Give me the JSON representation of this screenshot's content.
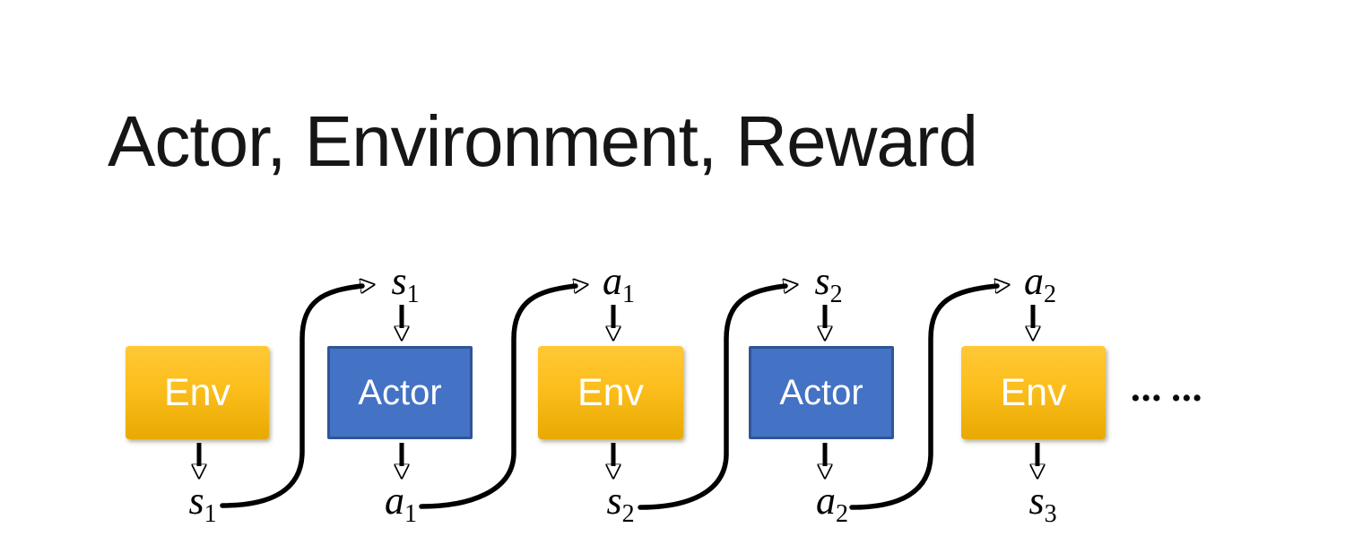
{
  "title": "Actor, Environment, Reward",
  "colors": {
    "title_color": "#161616",
    "env_top": "#ffc836",
    "env_bottom": "#e8a902",
    "actor_fill": "#4472c4",
    "actor_border": "#2f5597",
    "arrow": "#000000",
    "text_on_box": "#ffffff"
  },
  "boxes": [
    {
      "kind": "env",
      "label": "Env"
    },
    {
      "kind": "actor",
      "label": "Actor"
    },
    {
      "kind": "env",
      "label": "Env"
    },
    {
      "kind": "actor",
      "label": "Actor"
    },
    {
      "kind": "env",
      "label": "Env"
    }
  ],
  "top_labels": [
    {
      "base": "s",
      "sub": "1"
    },
    {
      "base": "a",
      "sub": "1"
    },
    {
      "base": "s",
      "sub": "2"
    },
    {
      "base": "a",
      "sub": "2"
    }
  ],
  "bottom_labels": [
    {
      "base": "s",
      "sub": "1"
    },
    {
      "base": "a",
      "sub": "1"
    },
    {
      "base": "s",
      "sub": "2"
    },
    {
      "base": "a",
      "sub": "2"
    },
    {
      "base": "s",
      "sub": "3"
    }
  ],
  "ellipsis": "••• •••"
}
